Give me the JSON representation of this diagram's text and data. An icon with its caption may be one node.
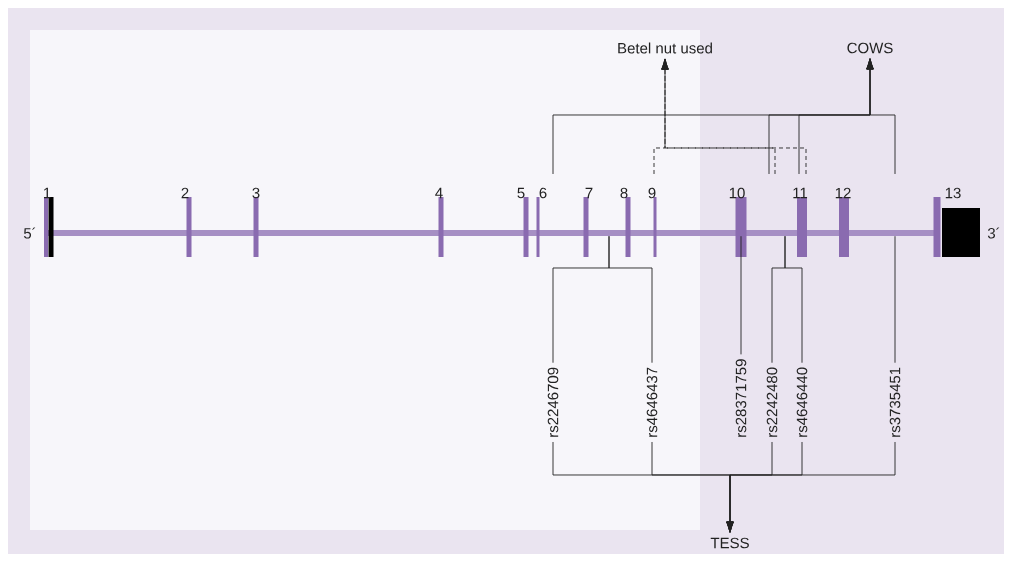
{
  "diagram": {
    "nodes": [
      {
        "text": [],
        "shape": "bar",
        "beside": [
          "5´",
          "3´"
        ]
      },
      {
        "text": [
          "Betel nut used"
        ]
      },
      {
        "text": [
          "COWS"
        ]
      },
      {
        "text": [
          "rs2246709"
        ]
      },
      {
        "text": [
          "rs4646437"
        ]
      },
      {
        "text": [
          "rs28371759"
        ]
      },
      {
        "text": [
          "rs2242480"
        ]
      },
      {
        "text": [
          "rs4646440"
        ]
      },
      {
        "text": [
          "rs3735451"
        ]
      },
      {
        "text": [
          "TESS"
        ]
      }
    ],
    "edges": [
      {
        "from": 0,
        "to": 3,
        "arrow": "none"
      },
      {
        "from": 0,
        "to": 4,
        "arrow": "none"
      },
      {
        "from": 0,
        "to": 5,
        "arrow": "none"
      },
      {
        "from": 0,
        "to": 6,
        "arrow": "none"
      },
      {
        "from": 0,
        "to": 7,
        "arrow": "none"
      },
      {
        "from": 0,
        "to": 8,
        "arrow": "none"
      },
      {
        "from": null,
        "to": 2,
        "arrow": "to"
      },
      {
        "from": null,
        "to": 2,
        "arrow": "to"
      },
      {
        "from": null,
        "to": 2,
        "arrow": "to"
      },
      {
        "from": null,
        "to": 2,
        "arrow": "to"
      },
      {
        "from": null,
        "to": 1,
        "arrow": "to",
        "style": "dashed"
      },
      {
        "from": null,
        "to": 1,
        "arrow": "to",
        "style": "dashed"
      },
      {
        "from": null,
        "to": 1,
        "arrow": "to",
        "style": "dashed"
      },
      {
        "from": 3,
        "to": 9,
        "arrow": "to"
      },
      {
        "from": 4,
        "to": 9,
        "arrow": "to"
      },
      {
        "from": 6,
        "to": 9,
        "arrow": "to"
      },
      {
        "from": 7,
        "to": 9,
        "arrow": "to"
      },
      {
        "from": 8,
        "to": 9,
        "arrow": "to"
      }
    ],
    "labels": [
      "1",
      "2",
      "3",
      "4",
      "5",
      "6",
      "7",
      "8",
      "9",
      "10",
      "11",
      "12",
      "13"
    ]
  }
}
